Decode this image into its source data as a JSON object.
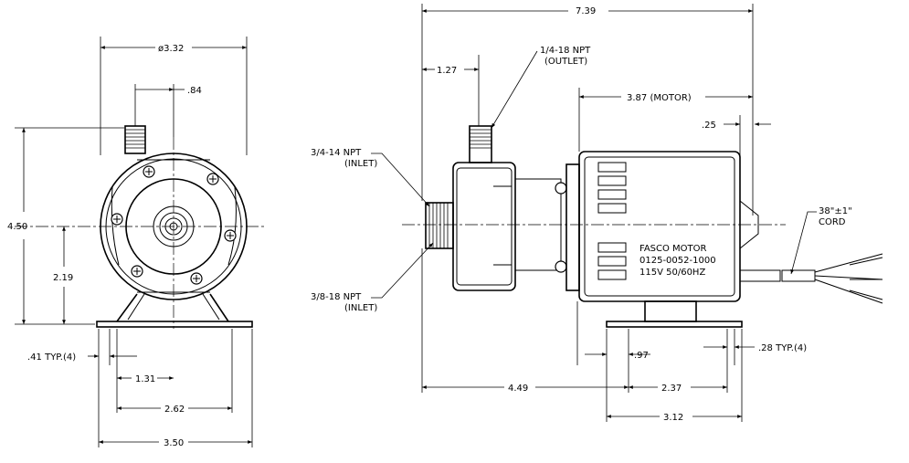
{
  "front_view": {
    "dim_diameter": "ø3.32",
    "dim_outlet_offset": ".84",
    "dim_height": "4.50",
    "dim_center_height": "2.19",
    "dim_slot": ".41  TYP.(4)",
    "dim_half_base": "1.31",
    "dim_hole_spacing": "2.62",
    "dim_base_width": "3.50"
  },
  "side_view": {
    "dim_overall_length": "7.39",
    "dim_outlet_from_inlet": "1.27",
    "dim_motor_length": "3.87  (MOTOR)",
    "dim_cord_offset": ".25",
    "dim_to_mount": "4.49",
    "dim_mount_hole": ".97",
    "dim_mount_spacing": "2.37",
    "dim_mount_length": "3.12",
    "dim_slot": ".28  TYP.(4)",
    "outlet_label_1": "1/4-18  NPT",
    "outlet_label_2": "(OUTLET)",
    "inlet_large_1": "3/4-14  NPT",
    "inlet_large_2": "(INLET)",
    "inlet_small_1": "3/8-18  NPT",
    "inlet_small_2": "(INLET)",
    "cord_label_1": "38\"±1\"",
    "cord_label_2": "CORD",
    "motor_line_1": "FASCO  MOTOR",
    "motor_line_2": "0125-0052-1000",
    "motor_line_3": "115V  50/60HZ"
  }
}
